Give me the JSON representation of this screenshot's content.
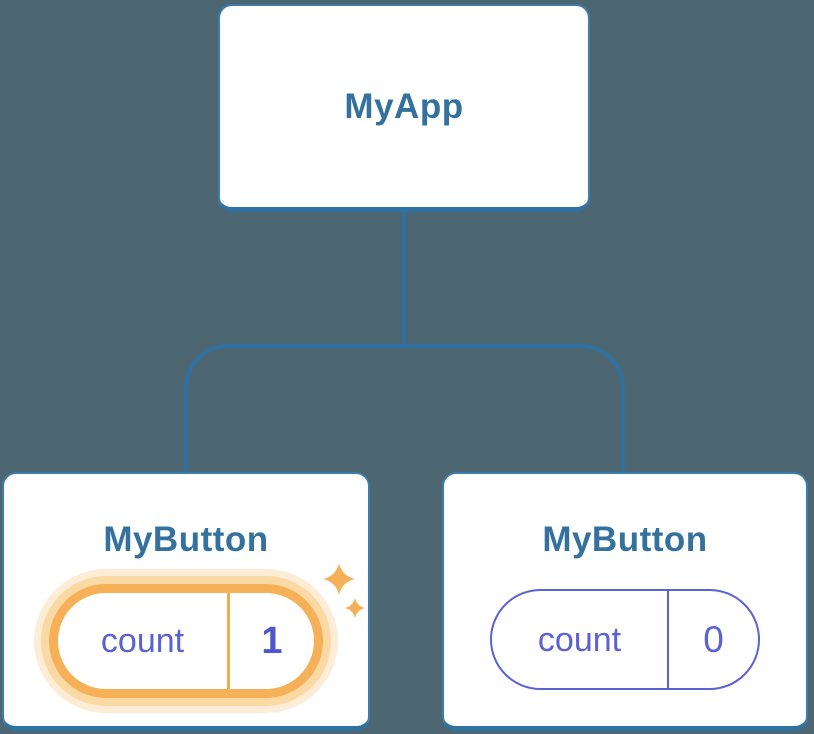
{
  "diagram": {
    "description": "React component tree with state",
    "root": {
      "label": "MyApp"
    },
    "children": [
      {
        "label": "MyButton",
        "state": {
          "key": "count",
          "value": "1"
        },
        "highlighted": true,
        "icon": "sparkle-icon"
      },
      {
        "label": "MyButton",
        "state": {
          "key": "count",
          "value": "0"
        },
        "highlighted": false
      }
    ]
  },
  "colors": {
    "background": "#4C6772",
    "card_border": "#3D7CAC",
    "card_border_bottom": "#2F72A2",
    "connector": "#2E71A1",
    "title_blue": "#35719F",
    "state_indigo": "#5B62D3",
    "highlight_orange": "#F6B158",
    "highlight_halo": "#FBD9A4",
    "highlight_halo_outer": "#FDEDD6"
  }
}
